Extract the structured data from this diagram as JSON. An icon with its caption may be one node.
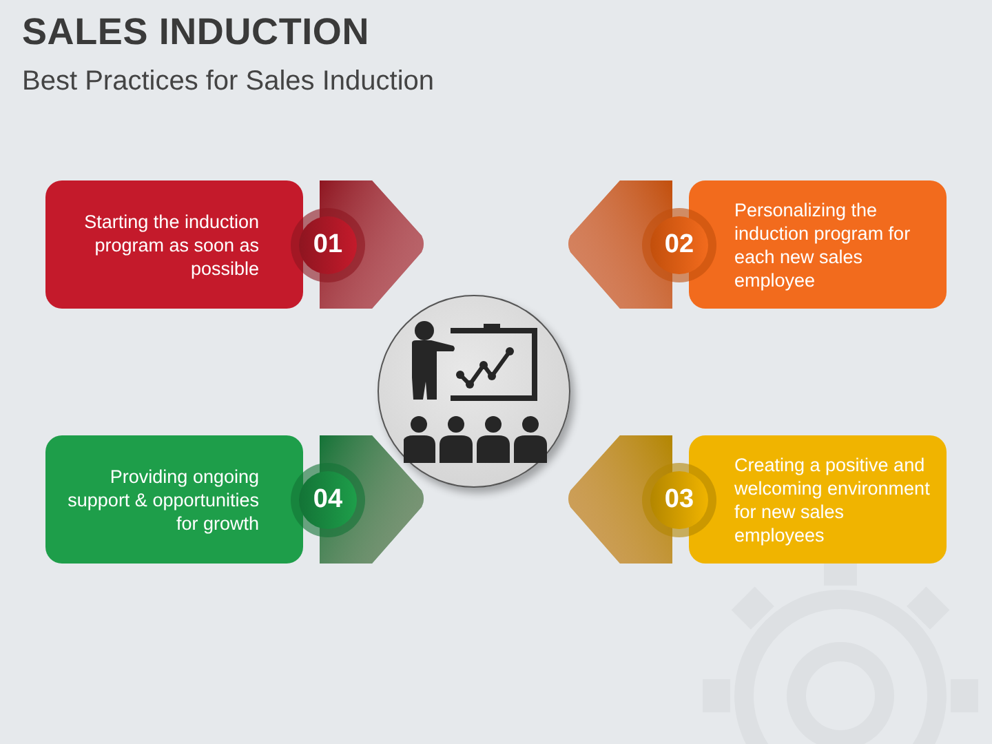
{
  "diagram": {
    "title": "SALES INDUCTION",
    "nodes": [
      {
        "text": [
          "Starting the induction program as soon as possible",
          "01"
        ]
      },
      {
        "text": [
          "02",
          "Personalizing the induction program for each new sales employee"
        ]
      },
      {
        "text": [
          "Providing ongoing support & opportunities for growth",
          "04"
        ]
      },
      {
        "text": [
          "03",
          "Creating a positive and welcoming environment for new sales employees"
        ]
      },
      {
        "text": [],
        "shape": "picture"
      }
    ],
    "labels": [
      "Best Practices for Sales Induction"
    ]
  }
}
